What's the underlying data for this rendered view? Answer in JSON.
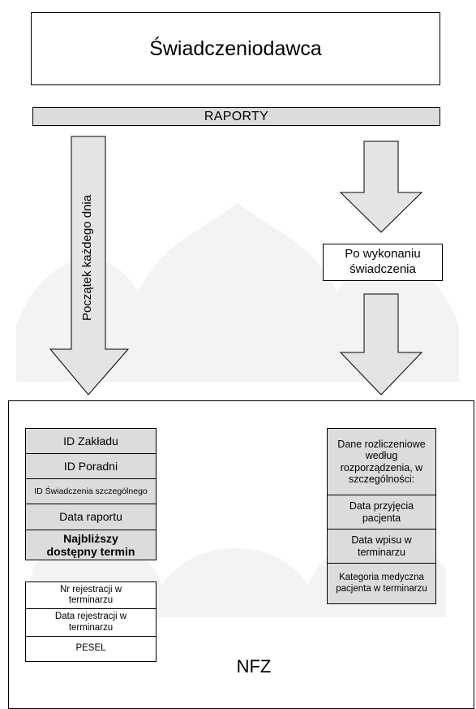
{
  "header": {
    "title": "Świadczeniodawca"
  },
  "bar": {
    "label": "RAPORTY"
  },
  "left_flow": {
    "label": "Początek każdego dnia"
  },
  "right_flow": {
    "label": "Po wykonaniu świadczenia"
  },
  "nfz": {
    "label": "NFZ",
    "left_grey": [
      "ID Zakładu",
      "ID Poradni",
      "ID Świadczenia szczególnego",
      "Data raportu",
      "Najbliższy dostępny termin"
    ],
    "left_white": [
      "Nr rejestracji w terminarzu",
      "Data rejestracji w terminarzu",
      "PESEL"
    ],
    "right_grey": [
      "Dane rozliczeniowe według rozporządzenia, w szczególności:",
      "Data przyjęcia pacjenta",
      "Data wpisu w terminarzu",
      "Kategoria medyczna pacjenta w terminarzu"
    ]
  },
  "colors": {
    "box_fill": "#dcdcdc",
    "arrow_fill": "#e4e4e4",
    "outline": "#000000"
  }
}
